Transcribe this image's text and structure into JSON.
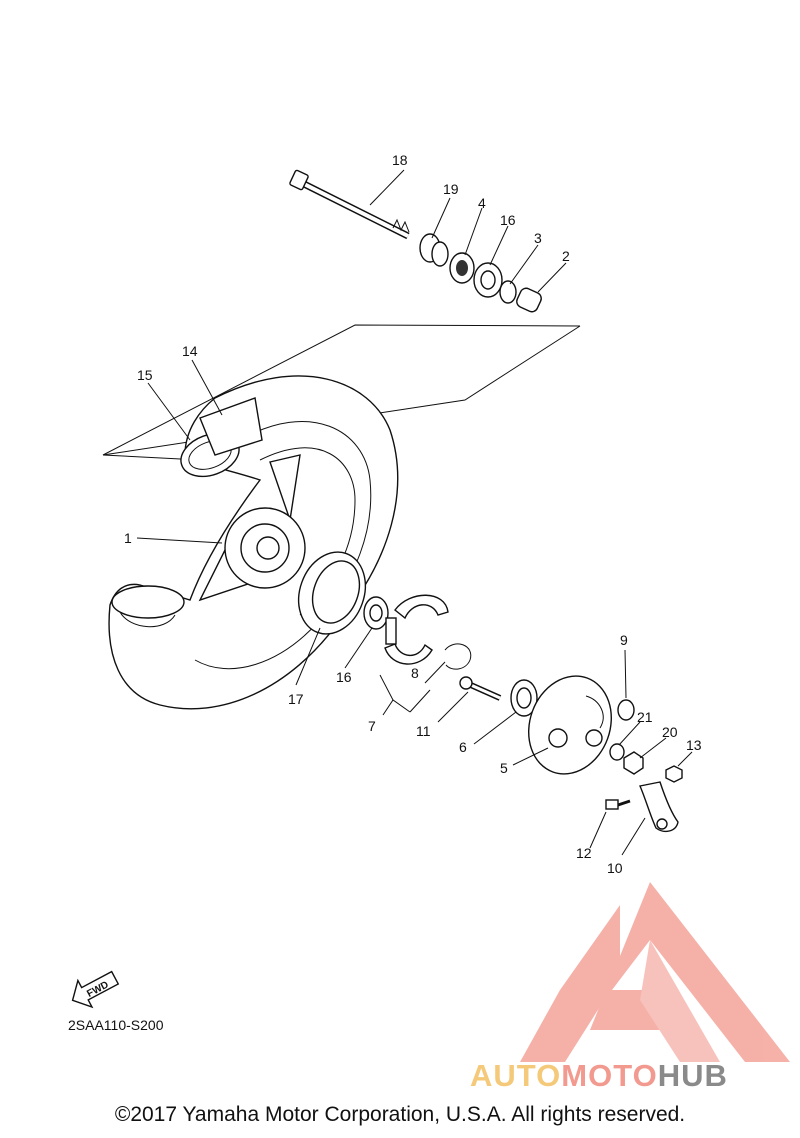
{
  "diagram": {
    "drawing_code": "2SAA110-S200",
    "fwd_label": "FWD",
    "callouts": [
      {
        "n": "18"
      },
      {
        "n": "19"
      },
      {
        "n": "4"
      },
      {
        "n": "16"
      },
      {
        "n": "3"
      },
      {
        "n": "2"
      },
      {
        "n": "14"
      },
      {
        "n": "15"
      },
      {
        "n": "1"
      },
      {
        "n": "16"
      },
      {
        "n": "17"
      },
      {
        "n": "8"
      },
      {
        "n": "7"
      },
      {
        "n": "11"
      },
      {
        "n": "6"
      },
      {
        "n": "9"
      },
      {
        "n": "21"
      },
      {
        "n": "20"
      },
      {
        "n": "13"
      },
      {
        "n": "5"
      },
      {
        "n": "12"
      },
      {
        "n": "10"
      }
    ]
  },
  "watermark": {
    "part1": "AUTO",
    "part2": "MOTO",
    "part3": "HUB",
    "colors": {
      "auto": "#f5c97a",
      "moto": "#f29a8f",
      "hub": "#8a8a8a",
      "triangle": "#f4a39a"
    }
  },
  "footer": {
    "copyright": "©2017 Yamaha Motor Corporation, U.S.A. All rights reserved."
  }
}
